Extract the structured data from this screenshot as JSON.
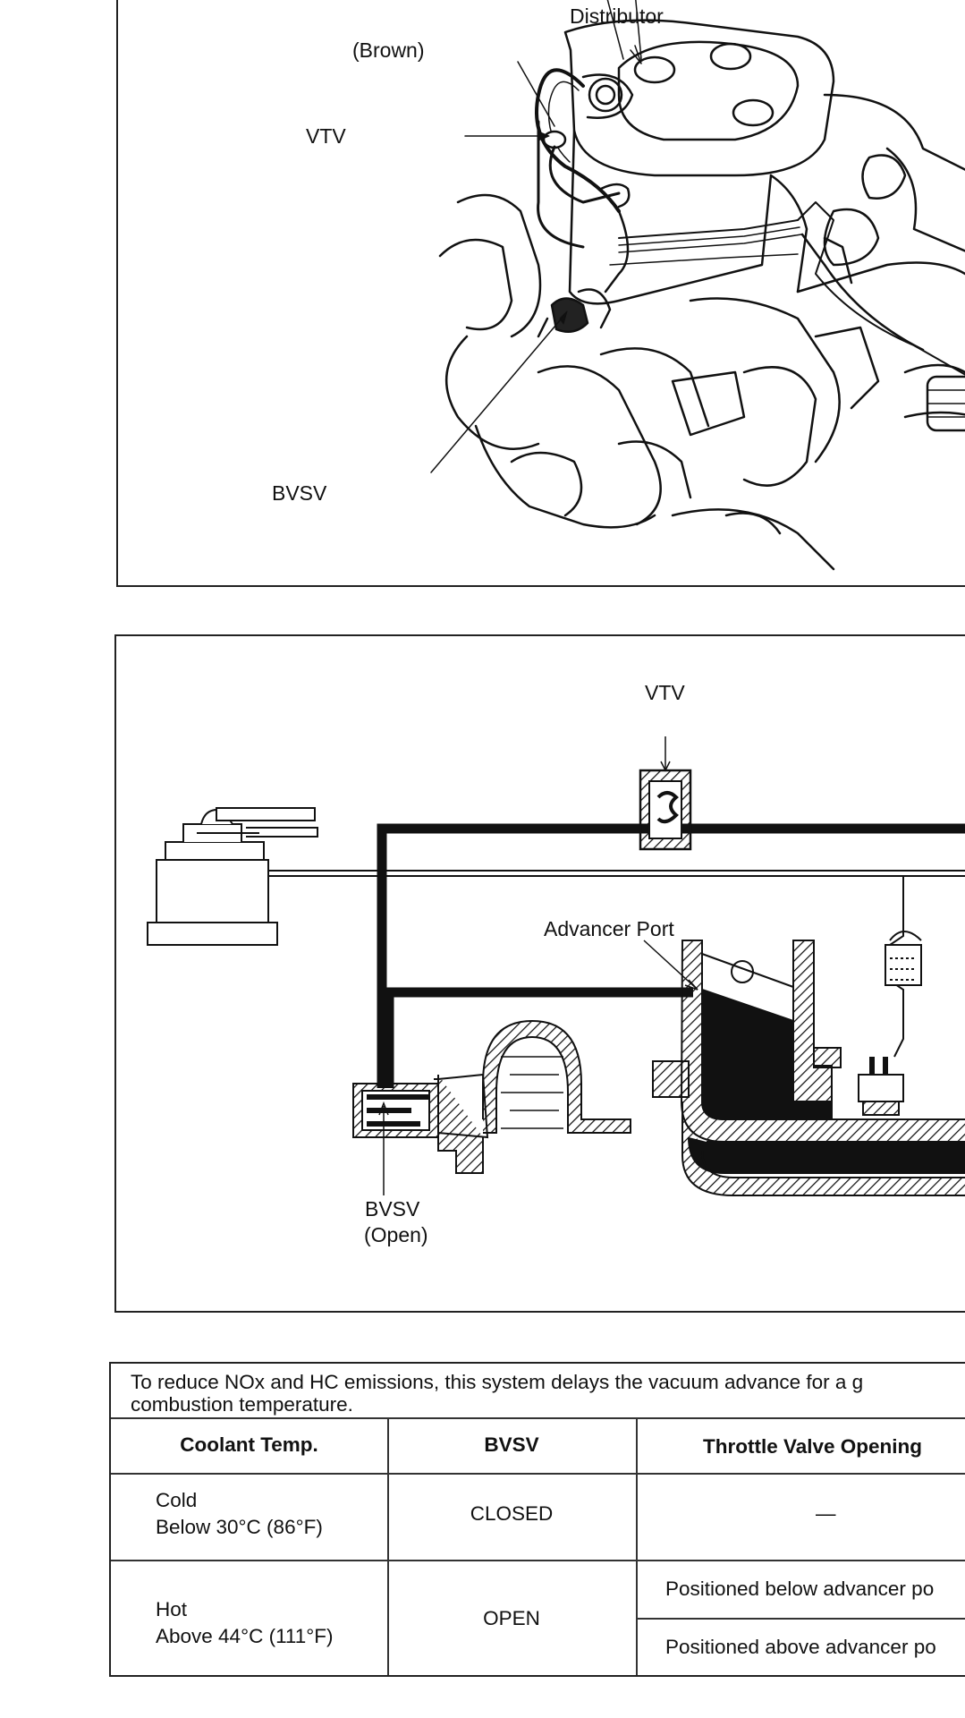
{
  "figure_top": {
    "labels": {
      "distributor": "Distributor",
      "brown": "(Brown)",
      "vtv": "VTV",
      "bvsv": "BVSV"
    }
  },
  "figure_mid": {
    "labels": {
      "vtv": "VTV",
      "advancer_port": "Advancer Port",
      "bvsv": "BVSV",
      "bvsv_state": "(Open)"
    }
  },
  "table": {
    "intro_line1": "To reduce NOx and HC emissions, this system delays the vacuum advance for a g",
    "intro_line2": "combustion temperature.",
    "headers": [
      "Coolant Temp.",
      "BVSV",
      "Throttle Valve Opening"
    ],
    "rows": [
      {
        "temp_label": "Cold",
        "temp_range": "Below 30°C (86°F)",
        "bvsv": "CLOSED",
        "throttle": [
          "—"
        ]
      },
      {
        "temp_label": "Hot",
        "temp_range": "Above 44°C (111°F)",
        "bvsv": "OPEN",
        "throttle": [
          "Positioned below advancer po",
          "Positioned above advancer po"
        ]
      }
    ]
  }
}
